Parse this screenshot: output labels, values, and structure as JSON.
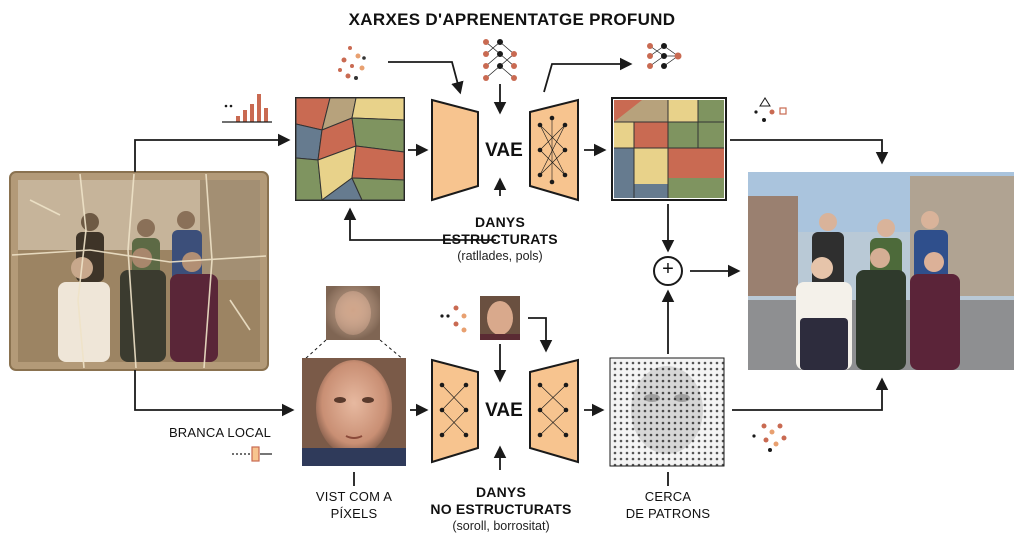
{
  "title": "XARXES D'APRENENTATGE PROFUND",
  "top_branch": {
    "vae_label": "VAE",
    "damage_title_1": "DANYS",
    "damage_title_2": "ESTRUCTURATS",
    "damage_detail": "(ratllades, pols)"
  },
  "bottom_branch": {
    "branch_label": "BRANCA LOCAL",
    "vae_label": "VAE",
    "pixels_caption_1": "VIST COM A",
    "pixels_caption_2": "PÍXELS",
    "damage_title_1": "DANYS",
    "damage_title_2": "NO ESTRUCTURATS",
    "damage_detail": "(soroll, borrositat)",
    "pattern_caption_1": "CERCA",
    "pattern_caption_2": "DE PATRONS"
  },
  "fusion_symbol": "+",
  "colors": {
    "encoder_fill": "#f7c48f",
    "outline": "#1a1a1a",
    "sepia_photo": "#b39a78",
    "restored_photo": "#8c8f92",
    "patch_colors": [
      "#c96a52",
      "#e8d28a",
      "#7f9460",
      "#667b8f",
      "#b7a27c",
      "#9fa985"
    ]
  },
  "icons": [
    "histogram-icon",
    "dots-icon",
    "neural-network-icon",
    "shapes-icon",
    "slider-icon",
    "plus-circle-icon"
  ]
}
